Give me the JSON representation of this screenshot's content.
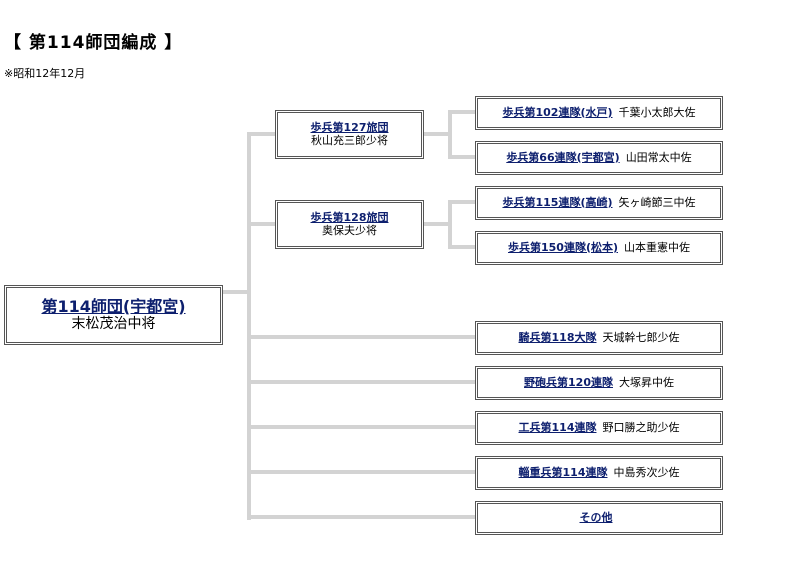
{
  "page": {
    "title": "【 第114師団編成 】",
    "note": "※昭和12年12月"
  },
  "division": {
    "name": "第114師団(宇都宮)",
    "commander": "末松茂治中将"
  },
  "brigades": [
    {
      "name": "歩兵第127旅団",
      "commander": "秋山充三郎少将"
    },
    {
      "name": "歩兵第128旅団",
      "commander": "奥保夫少将"
    }
  ],
  "units": [
    {
      "name": "歩兵第102連隊(水戸)",
      "commander": "千葉小太郎大佐"
    },
    {
      "name": "歩兵第66連隊(宇都宮)",
      "commander": "山田常太中佐"
    },
    {
      "name": "歩兵第115連隊(高崎)",
      "commander": "矢ヶ崎節三中佐"
    },
    {
      "name": "歩兵第150連隊(松本)",
      "commander": "山本重憲中佐"
    },
    {
      "name": "騎兵第118大隊",
      "commander": "天城幹七郎少佐"
    },
    {
      "name": "野砲兵第120連隊",
      "commander": "大塚昇中佐"
    },
    {
      "name": "工兵第114連隊",
      "commander": "野口勝之助少佐"
    },
    {
      "name": "輜重兵第114連隊",
      "commander": "中島秀次少佐"
    },
    {
      "name": "その他",
      "commander": ""
    }
  ]
}
